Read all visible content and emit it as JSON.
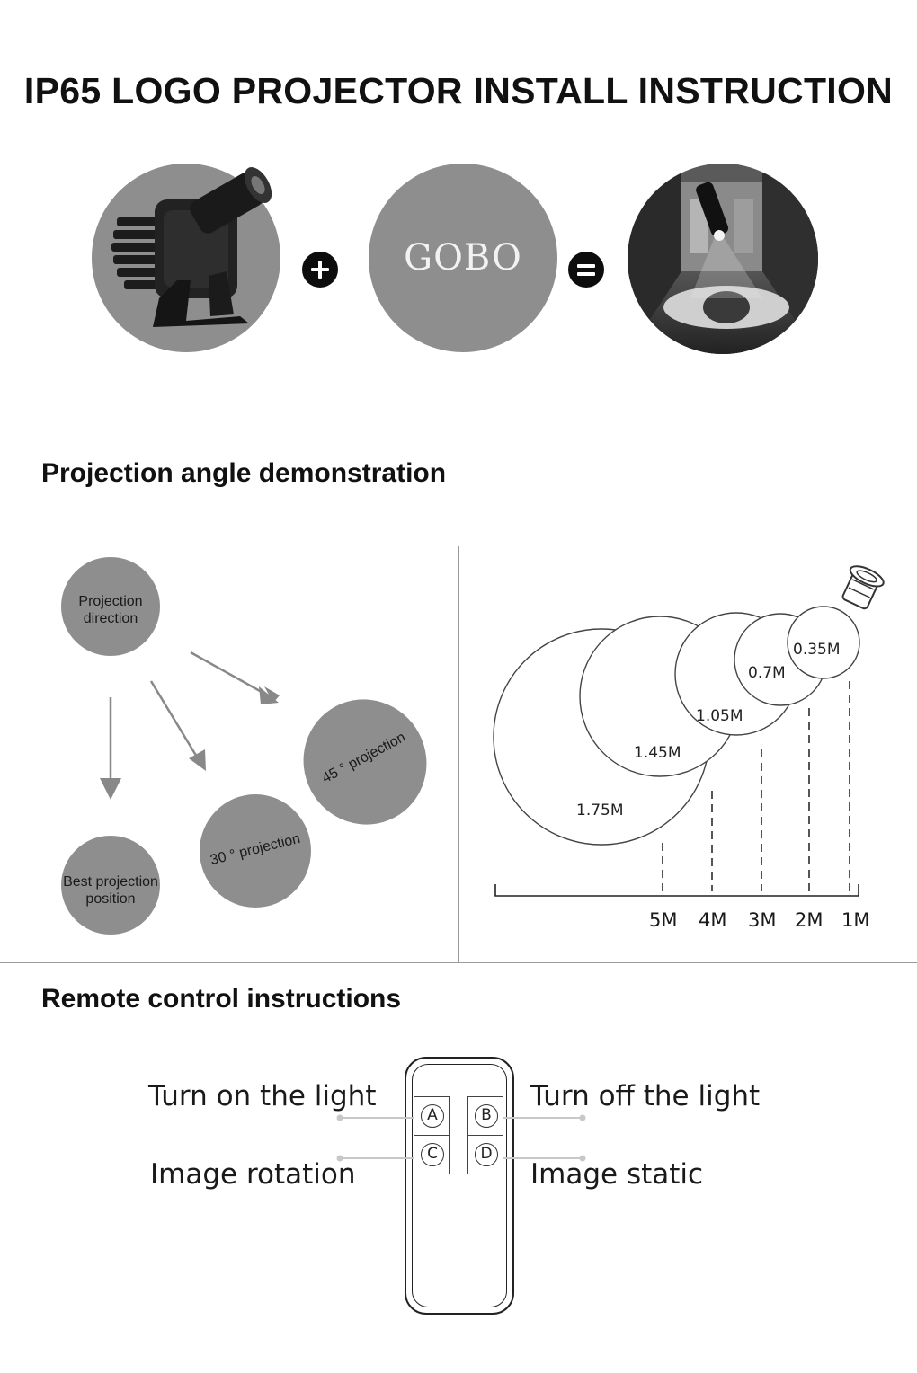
{
  "title": "IP65 LOGO PROJECTOR INSTALL INSTRUCTION",
  "equation": {
    "gobo_label": "GOBO"
  },
  "angle_section": {
    "title": "Projection angle demonstration",
    "projection_direction": "Projection direction",
    "best_position": "Best projection position",
    "angle_30": "30 ° projection",
    "angle_45": "45 ° projection",
    "circle_sizes": [
      "1.75M",
      "1.45M",
      "1.05M",
      "0.7M",
      "0.35M"
    ],
    "distances": [
      "5M",
      "4M",
      "3M",
      "2M",
      "1M"
    ]
  },
  "remote_section": {
    "title": "Remote control instructions",
    "buttons": [
      "A",
      "B",
      "C",
      "D"
    ],
    "turn_on": "Turn on the light",
    "turn_off": "Turn off the light",
    "rotation": "Image rotation",
    "static": "Image static"
  },
  "colors": {
    "circle_gray": "#8e8e8e",
    "operator_black": "#0d0d0d"
  }
}
